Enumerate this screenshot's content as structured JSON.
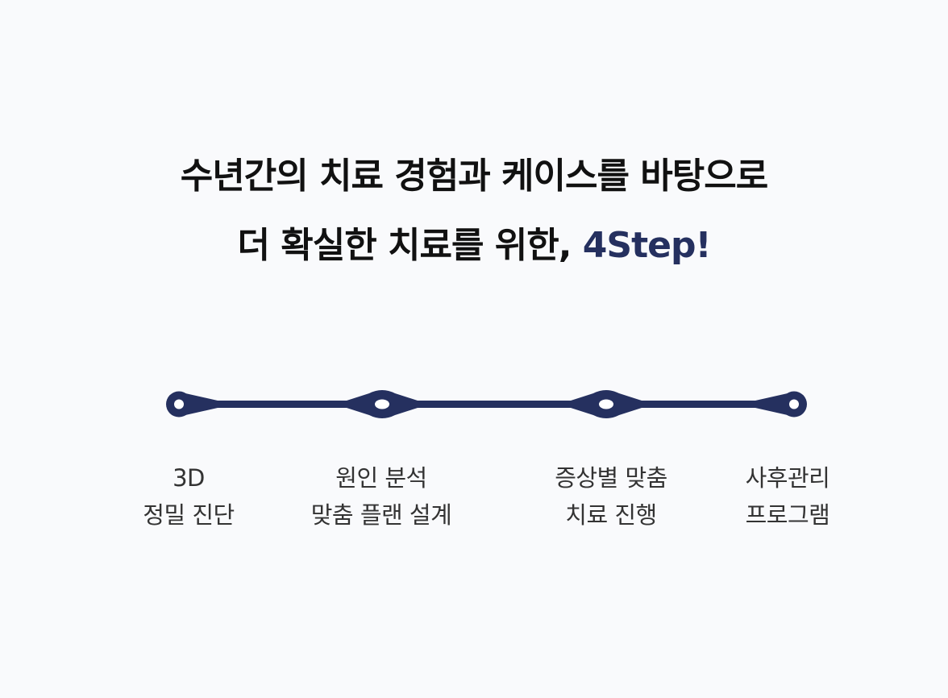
{
  "headline": {
    "line1": "수년간의 치료 경험과 케이스를 바탕으로",
    "line2_prefix": "더 확실한 치료를 위한, ",
    "line2_accent": "4Step!"
  },
  "colors": {
    "accent": "#25305f",
    "background": "#f9fafc"
  },
  "steps": [
    {
      "line1": "3D",
      "line2": "정밀 진단"
    },
    {
      "line1": "원인 분석",
      "line2": "맞춤 플랜 설계"
    },
    {
      "line1": "증상별 맞춤",
      "line2": "치료 진행"
    },
    {
      "line1": "사후관리",
      "line2": "프로그램"
    }
  ]
}
